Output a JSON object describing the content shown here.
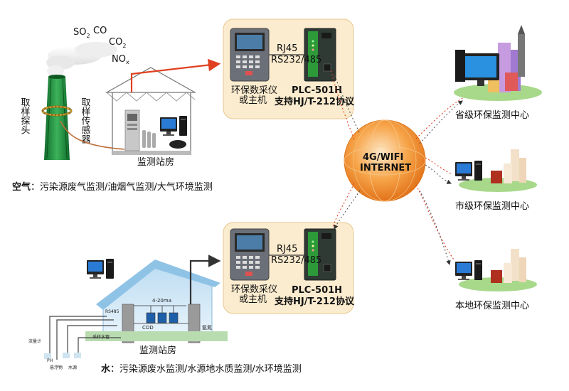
{
  "gases": [
    "SO",
    "2",
    "CO",
    "CO",
    "2",
    "NO",
    "x"
  ],
  "chimney": {
    "sampling_probe": "取样探头",
    "sensor": "取样传感器"
  },
  "air_station": "监测站房",
  "air_caption": {
    "prefix": "空气",
    "text": "：污染源废气监测/油烟气监测/大气环境监测"
  },
  "device_box_top": {
    "rj45": "RJ45",
    "serial": "RS232/485",
    "host_line1": "环保数采仪",
    "host_line2": "或主机",
    "plc_model": "PLC-501H",
    "plc_support": "支持HJ/T-212协议"
  },
  "device_box_bottom": {
    "rj45": "RJ45",
    "serial": "RS232/485",
    "host_line1": "环保数采仪",
    "host_line2": "或主机",
    "plc_model": "PLC-501H",
    "plc_support": "支持HJ/T-212协议"
  },
  "network": {
    "line1": "4G/WIFI",
    "line2": "INTERNET"
  },
  "centers": {
    "provincial": "省级环保监测中心",
    "city": "市级环保监测中心",
    "local": "本地环保监测中心"
  },
  "water_station": {
    "rs485": "RS485",
    "current": "4-20ma",
    "cod": "COD",
    "ammonia": "氨氮",
    "sampling_pipe": "采样水管",
    "title": "监测站房",
    "flowmeter": "流量计",
    "ph": "PH",
    "suspended": "悬浮物",
    "water_source": "水源"
  },
  "water_caption": {
    "prefix": "水",
    "text": "：污染源废水监测/水源地水质监测/水环境监测"
  },
  "colors": {
    "device_box": "#fbeccf",
    "globe": "#f08a22",
    "red_arrow": "#e04020",
    "dark_arrow": "#333333",
    "chimney": "#1f8a3a"
  }
}
